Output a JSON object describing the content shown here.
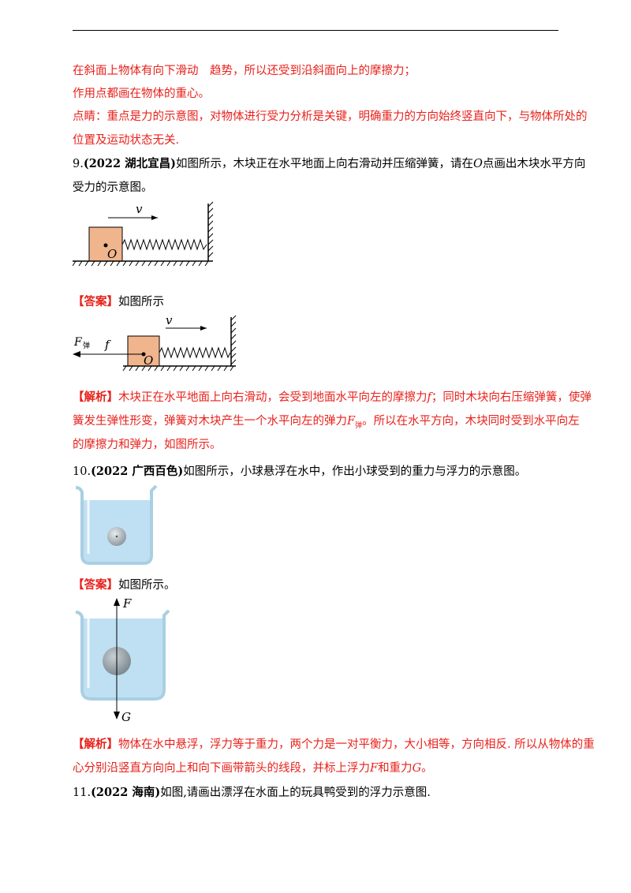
{
  "lines": {
    "l1": "在斜面上物体有向下滑动　趋势，所以还受到沿斜面向上的摩擦力；",
    "l2": "作用点都画在物体的重心。",
    "l3": "点睛：重点是力的示意图，对物体进行受力分析是关键，明确重力的方向始终竖直向下，与物体所处的",
    "l4": "位置及运动状态无关."
  },
  "q9": {
    "num": "9.",
    "source": "(2022 湖北宜昌)",
    "text1": "如图所示，木块正在水平地面上向右滑动并压缩弹簧，请在",
    "point": "O",
    "text1b": "点画出木块水平方向",
    "text2": "受力的示意图。",
    "answer_tag": "【答案】",
    "answer_text": "如图所示",
    "analysis_tag": "【解析】",
    "analysis_1a": "木块正在水平地面上向右滑动，会受到地面水平向左的摩擦力",
    "analysis_1f": "f",
    "analysis_1b": "；同时木块向右压缩弹簧，使弹",
    "analysis_2a": "簧发生弹性形变，弹簧对木块产生一个水平向左的弹力",
    "analysis_2F": "F",
    "analysis_2sub": "弹",
    "analysis_2b": "。所以在水平方向，木块同时受到水平向左",
    "analysis_3": "的摩擦力和弹力，如图所示。",
    "fig_v": "v",
    "fig_O": "O",
    "fig_F": "F",
    "fig_Fsub": "弹",
    "fig_f": "f"
  },
  "q10": {
    "num": "10.",
    "source": "(2022 广西百色)",
    "text": "如图所示，小球悬浮在水中，作出小球受到的重力与浮力的示意图。",
    "answer_tag": "【答案】",
    "answer_text": "如图所示。",
    "analysis_tag": "【解析】",
    "analysis_1": "物体在水中悬浮，浮力等于重力，两个力是一对平衡力，大小相等，方向相反. 所以从物体的重",
    "analysis_2a": "心分别沿竖直方向向上和向下画带箭头的线段，并标上浮力",
    "analysis_2F": "F",
    "analysis_2b": "和重力",
    "analysis_2G": "G",
    "analysis_2c": "。",
    "fig_F": "F",
    "fig_G": "G"
  },
  "q11": {
    "num": "11.",
    "source": "(2022 海南)",
    "text": "如图,请画出漂浮在水面上的玩具鸭受到的浮力示意图."
  },
  "colors": {
    "answer_red": "#e8211b",
    "block": "#f0b58c",
    "water": "#bfe0f2"
  }
}
